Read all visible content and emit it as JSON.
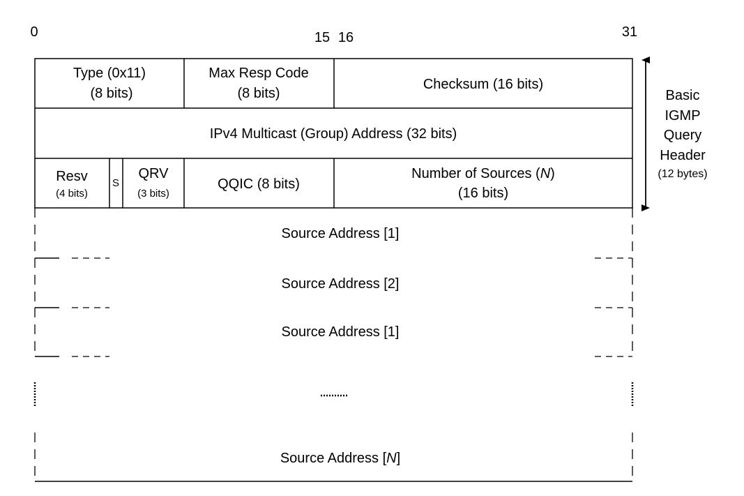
{
  "bit_numbers": {
    "b0": "0",
    "b15": "15",
    "b16": "16",
    "b31": "31"
  },
  "header_fields": {
    "type": {
      "line1": "Type (0x11)",
      "line2": "(8 bits)"
    },
    "max_resp": {
      "line1": "Max Resp Code",
      "line2": "(8 bits)"
    },
    "checksum": "Checksum (16 bits)",
    "group_address": "IPv4 Multicast (Group) Address (32 bits)",
    "resv": {
      "line1": "Resv",
      "line2": "(4 bits)"
    },
    "s_flag": "S",
    "qrv": {
      "line1": "QRV",
      "line2": "(3 bits)"
    },
    "qqic": "QQIC (8 bits)",
    "num_sources": {
      "prefix": "Number of Sources (",
      "var": "N",
      "suffix": ")",
      "line2": "(16 bits)"
    }
  },
  "sources": {
    "src1": "Source Address [1]",
    "src2": "Source Address [2]",
    "src3": "Source Address [1]",
    "ellipsis": "......",
    "srcN": {
      "prefix": "Source Address [",
      "var": "N",
      "suffix": "]"
    }
  },
  "side_note": {
    "lines": [
      "Basic",
      "IGMP",
      "Query",
      "Header"
    ],
    "size": "(12 bytes)"
  }
}
